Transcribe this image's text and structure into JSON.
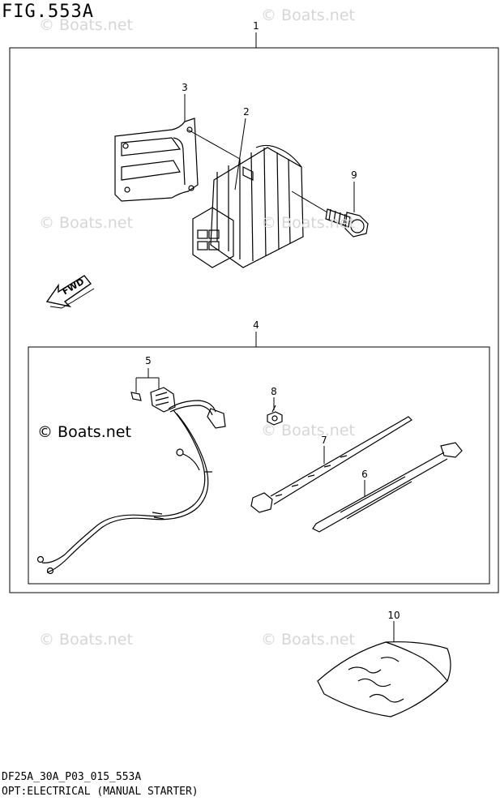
{
  "figure": {
    "title": "FIG.553A",
    "code": "DF25A_30A_P03_015_553A",
    "description": "OPT:ELECTRICAL (MANUAL STARTER)"
  },
  "watermark": {
    "text": "© Boats.net",
    "emphasized_text": "© Boats.net",
    "color": "#d6d6d6"
  },
  "labels": {
    "fwd": "FWD"
  },
  "callouts": [
    {
      "number": "1"
    },
    {
      "number": "2"
    },
    {
      "number": "3"
    },
    {
      "number": "4"
    },
    {
      "number": "5"
    },
    {
      "number": "6"
    },
    {
      "number": "7"
    },
    {
      "number": "8"
    },
    {
      "number": "9"
    },
    {
      "number": "10"
    }
  ]
}
